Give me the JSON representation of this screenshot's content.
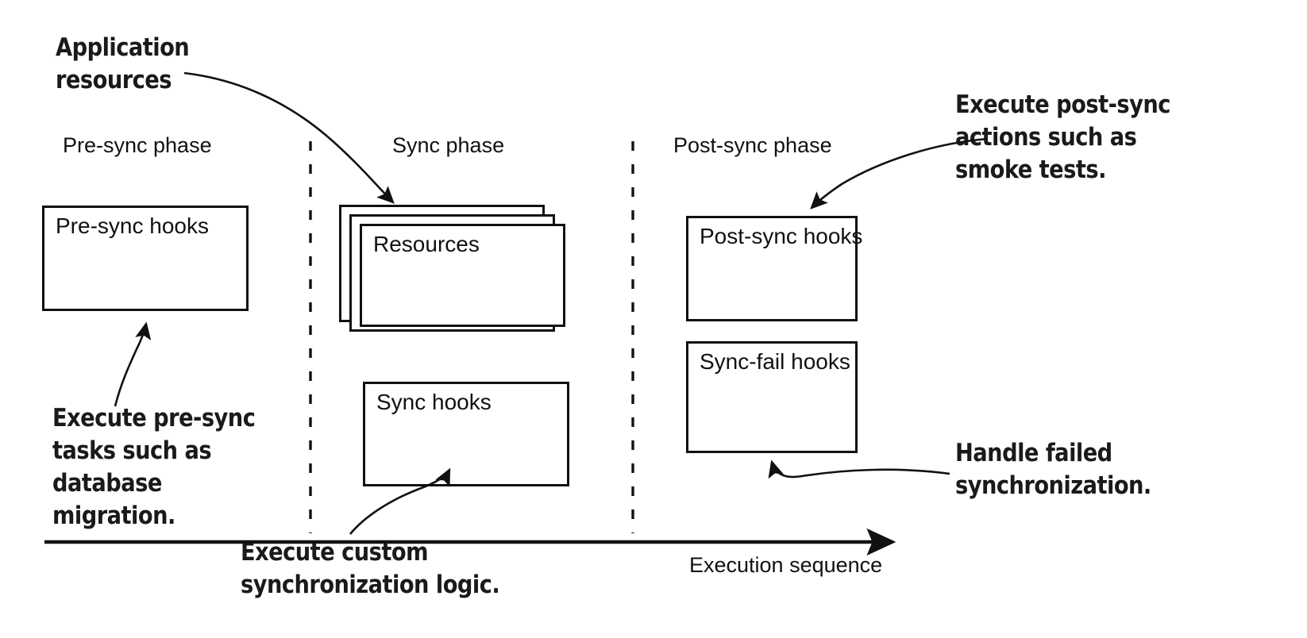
{
  "diagram": {
    "title": "Argo CD sync phases and hooks",
    "colors": {
      "stroke": "#111111",
      "text": "#1a1a1a",
      "background": "#ffffff"
    },
    "phases": [
      {
        "id": "pre-sync",
        "label": "Pre-sync phase"
      },
      {
        "id": "sync",
        "label": "Sync phase"
      },
      {
        "id": "post-sync",
        "label": "Post-sync phase"
      }
    ],
    "boxes": [
      {
        "id": "pre-sync-hooks",
        "label": "Pre-sync hooks"
      },
      {
        "id": "resources",
        "label": "Resources"
      },
      {
        "id": "sync-hooks",
        "label": "Sync hooks"
      },
      {
        "id": "post-sync-hooks",
        "label": "Post-sync hooks"
      },
      {
        "id": "sync-fail-hooks",
        "label": "Sync-fail hooks"
      }
    ],
    "callouts": [
      {
        "id": "application-resources",
        "text": "Application\nresources"
      },
      {
        "id": "post-sync-actions",
        "text": "Execute post-sync\nactions such as\nsmoke tests."
      },
      {
        "id": "pre-sync-tasks",
        "text": "Execute pre-sync\ntasks such as\ndatabase migration."
      },
      {
        "id": "custom-sync-logic",
        "text": "Execute custom\nsynchronization logic."
      },
      {
        "id": "handle-failed-sync",
        "text": "Handle failed\nsynchronization."
      }
    ],
    "axis": {
      "label": "Execution sequence"
    }
  }
}
